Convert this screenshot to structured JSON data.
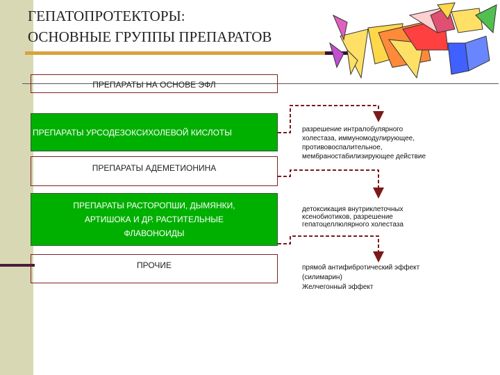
{
  "slide": {
    "title_line1": "ГЕПАТОПРОТЕКТОРЫ:",
    "title_line2": "ОСНОВНЫЕ ГРУППЫ ПРЕПАРАТОВ"
  },
  "groups": [
    {
      "label": "ПРЕПАРАТЫ НА ОСНОВЕ ЭФЛ",
      "highlighted": false
    },
    {
      "label": "ПРЕПАРАТЫ УРСОДЕЗОКСИХОЛЕВОЙ КИСЛОТЫ",
      "highlighted": true
    },
    {
      "label": "ПРЕПАРАТЫ АДЕМЕТИОНИНА",
      "highlighted": false
    },
    {
      "label_lines": [
        "ПРЕПАРАТЫ РАСТОРОПШИ, ДЫМЯНКИ,",
        "АРТИШОКА И ДР. РАСТИТЕЛЬНЫЕ",
        "ФЛАВОНОИДЫ"
      ],
      "highlighted": true
    },
    {
      "label": "ПРОЧИЕ",
      "highlighted": false
    }
  ],
  "effects": [
    {
      "lines": [
        "разрешение  интралобулярного",
        "холестаза, иммуномодулирующее,",
        "противовоспалительное,",
        "мембраностабилизирующее действие"
      ]
    },
    {
      "lines": [
        "детоксикация внутриклеточных",
        "ксенобиотиков, разрешение",
        "гепатоцеллюлярного холестаза"
      ]
    },
    {
      "lines": [
        "прямой антифибротический эффект",
        "(силимарин)",
        "Желчегонный эффект"
      ]
    }
  ],
  "colors": {
    "highlight_fill": "#00b000",
    "box_border": "#7a2020",
    "connector": "#7a1a1a",
    "title_rule": "#d9a23a",
    "sidebar": "#d8d8b4"
  },
  "decorations": {
    "corner_art": "pyramids-clipart"
  }
}
